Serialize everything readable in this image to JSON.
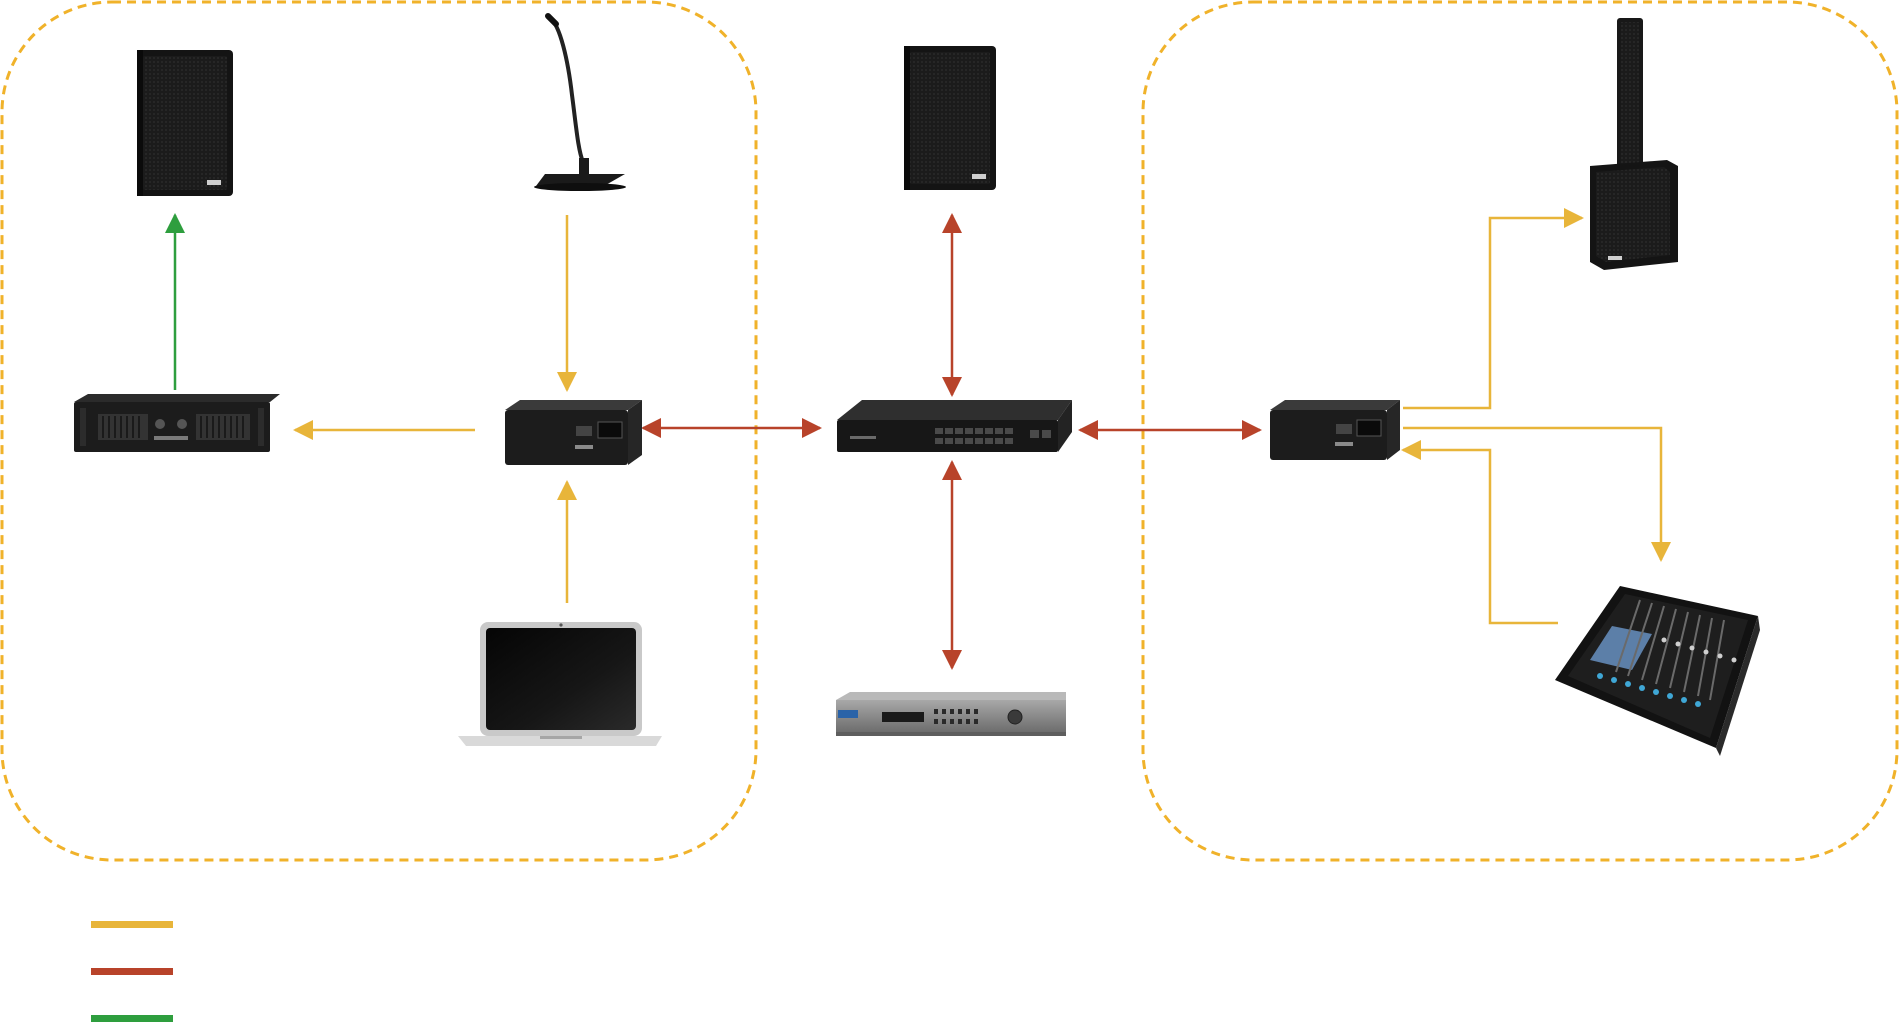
{
  "colors": {
    "zone_border": "#F0B22A",
    "analog_link": "#E8B53A",
    "network_link": "#B8432A",
    "speaker_link": "#2E9E3E",
    "device_dark": "#1c1c1c",
    "device_silver": "#8a8a8a"
  },
  "zones": [
    "left-zone",
    "right-zone"
  ],
  "devices": [
    {
      "id": "speaker-left",
      "icon": "loudspeaker-icon"
    },
    {
      "id": "gooseneck-mic",
      "icon": "microphone-icon"
    },
    {
      "id": "speaker-center",
      "icon": "loudspeaker-icon"
    },
    {
      "id": "column-speaker",
      "icon": "column-array-speaker-icon"
    },
    {
      "id": "power-amplifier",
      "icon": "amplifier-icon"
    },
    {
      "id": "network-audio-box-left",
      "icon": "network-audio-interface-icon"
    },
    {
      "id": "network-switch",
      "icon": "ethernet-switch-icon"
    },
    {
      "id": "network-audio-box-right",
      "icon": "network-audio-interface-icon"
    },
    {
      "id": "laptop",
      "icon": "laptop-icon"
    },
    {
      "id": "rack-processor",
      "icon": "audio-processor-icon"
    },
    {
      "id": "digital-mixer",
      "icon": "mixing-console-icon"
    }
  ],
  "legend": [
    {
      "color": "#E8B53A",
      "label": ""
    },
    {
      "color": "#B8432A",
      "label": ""
    },
    {
      "color": "#2E9E3E",
      "label": ""
    }
  ]
}
